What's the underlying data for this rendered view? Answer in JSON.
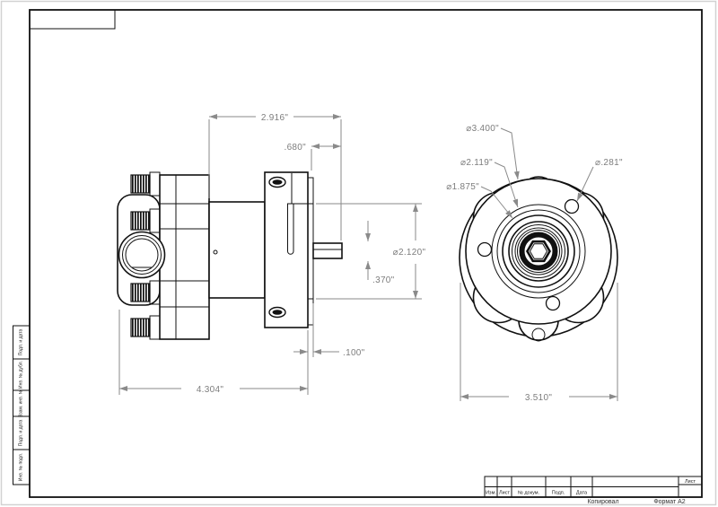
{
  "side_view": {
    "dims": {
      "width_top": "2.916\"",
      "plate_offset": ".680\"",
      "pilot_dia": "⌀2.120\"",
      "shaft_dia": ".370\"",
      "pilot_depth": ".100\"",
      "overall_length": "4.304\""
    }
  },
  "front_view": {
    "dims": {
      "flange_dia": "⌀3.400\"",
      "bolt_circle_dia": "⌀2.119\"",
      "pilot_dia": "⌀1.875\"",
      "bolt_hole_dia": "⌀.281\"",
      "overall_width": "3.510\""
    }
  },
  "title_block": {
    "headers": [
      "Изм.",
      "Лист",
      "№ докум.",
      "Подп.",
      "Дата"
    ],
    "sheet_label": "Лист",
    "copied_label": "Копировал",
    "format_label": "Формат А2"
  },
  "margin_stamps": [
    "Подп. и дата",
    "Инв. № дубл.",
    "Взам. инв. №",
    "Подп. и дата",
    "Инв. № подл."
  ],
  "colors": {
    "line": "#111111",
    "dimension": "#8a8a8a",
    "page_edge": "#d2d2d2"
  }
}
